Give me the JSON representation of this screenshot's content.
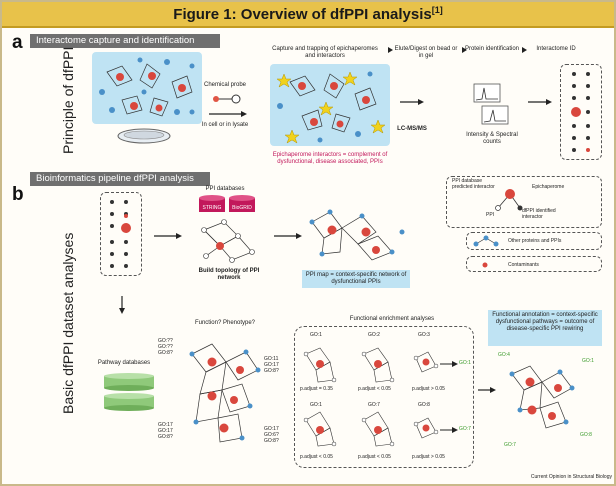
{
  "figure": {
    "title": "Figure 1: Overview of dfPPI analysis",
    "title_ref": "[1]"
  },
  "panel_a": {
    "letter": "a",
    "band": "Interactome capture and identification",
    "vertical_label": "Principle of dfPPI",
    "chemical_probe": "Chemical probe",
    "in_cell": "In cell or in lysate",
    "step_capture": "Capture and trapping of epichaperomes and interactors",
    "step_elute": "Elute/Digest on bead or in gel",
    "step_protein_id": "Protein identification",
    "step_interactome_id": "Interactome ID",
    "epichaperome_note": "Epichaperome interactors = complement of dysfunctional, disease associated, PPIs",
    "lcmsms": "LC-MS/MS",
    "intensity": "Intensity & Spectral counts"
  },
  "panel_b": {
    "letter": "b",
    "band": "Bioinformatics pipeline dfPPI analysis",
    "vertical_label": "Basic dfPPI dataset analyses",
    "ppi_databases": "PPI databases",
    "db1": "STRING",
    "db2": "BioGRID",
    "build_topology": "Build topology of PPI network",
    "ppi_map": "PPI map = context-specific network of dysfunctional PPIs",
    "legend": {
      "ppi_db_interactor": "PPI database predicted interactor",
      "epichaperome": "Epichaperome",
      "ppi": "PPI",
      "dfppi_interactor": "dfPPI identified interactor",
      "other": "Other proteins and PPIs",
      "contaminants": "Contaminants"
    },
    "function_phenotype": "Function? Phenotype?",
    "pathway_databases": "Pathway databases",
    "functional_enrichment": "Functional enrichment analyses",
    "functional_annotation": "Functional annotation = context-specific dysfunctional pathways = outcome of disease-specific PPI rewiring",
    "go_left": [
      "GO:??",
      "GO:??",
      "GO:8?"
    ],
    "go_left2": [
      "GO:11",
      "GO:17",
      "GO:8?"
    ],
    "go_left3": [
      "GO:17",
      "GO:17",
      "GO:8?"
    ],
    "go_left4": [
      "GO:17",
      "GO:6?",
      "GO:8?"
    ],
    "go_cells": [
      {
        "label": "GO:1",
        "p": "p.adjust = 0.35"
      },
      {
        "label": "GO:2",
        "p": "p.adjust < 0.05"
      },
      {
        "label": "GO:3",
        "p": "p.adjust > 0.05"
      },
      {
        "label": "GO:1",
        "p": "p.adjust < 0.05"
      },
      {
        "label": "GO:7",
        "p": "p.adjust < 0.05"
      },
      {
        "label": "GO:8",
        "p": "p.adjust > 0.05"
      }
    ],
    "go_out_top": "GO:1",
    "go_out_bottom": "GO:7",
    "go_final": [
      "GO:4",
      "GO:1",
      "GO:7",
      "GO:8"
    ],
    "credit": "Current Opinion in Structural Biology"
  },
  "colors": {
    "title_bg": "#e8c24a",
    "band": "#6f6f6f",
    "red_node": "#d9473d",
    "blue_node": "#4a90c8",
    "yellow_star": "#f1d21c",
    "cyan_bg": "#bfe3f3",
    "green": "#3a9a2a",
    "pink": "#c2185b"
  }
}
